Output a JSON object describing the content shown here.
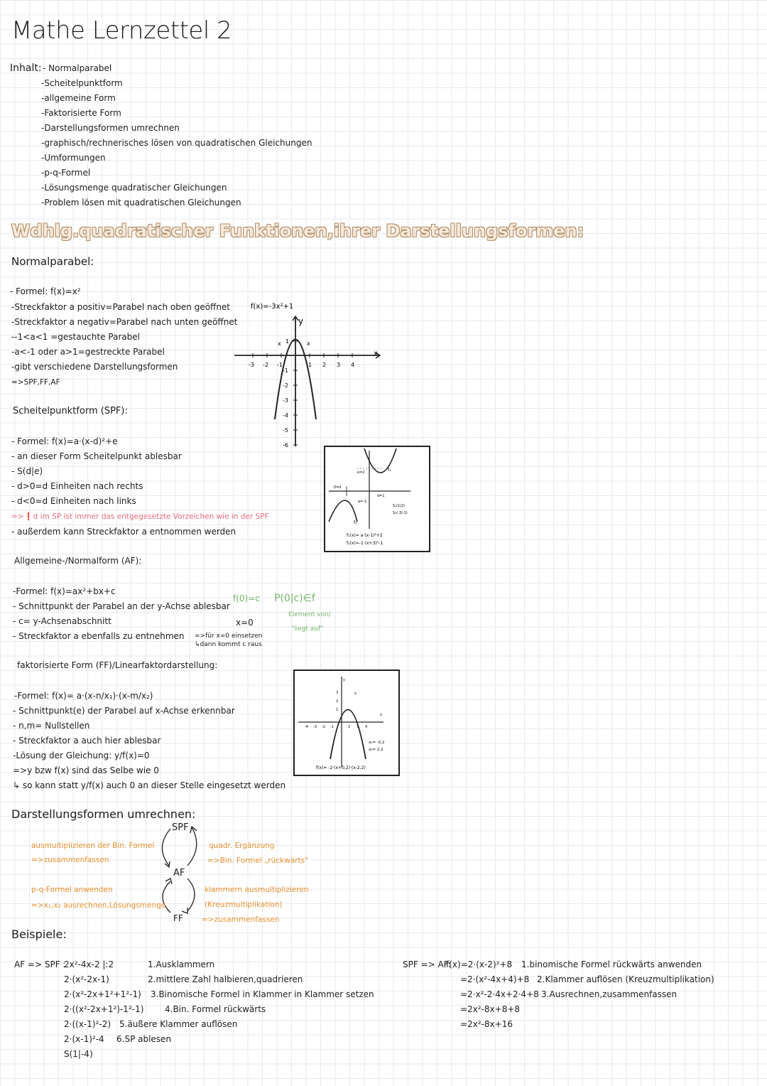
{
  "title": "Mathe Lernzettel 2",
  "inhalt": {
    "label": "Inhalt:",
    "items": [
      "- Normalparabel",
      "-Scheitelpunktform",
      "-allgemeine Form",
      "-Faktorisierte Form",
      "-Darstellungsformen umrechnen",
      "-graphisch/rechnerisches lösen von quadratischen Gleichungen",
      "-Umformungen",
      "-p-q-Formel",
      "-Lösungsmenge quadratischer Gleichungen",
      "-Problem lösen mit quadratischen Gleichungen"
    ]
  },
  "banner": "Wdhlg.quadratischer Funktionen,ihrer Darstellungsformen:",
  "normalparabel": {
    "heading": "Normalparabel:",
    "lines": [
      "- Formel: f(x)=x²",
      "-Streckfaktor a positiv=Parabel nach oben geöffnet",
      "-Streckfaktor a negativ=Parabel nach unten geöffnet",
      "--1<a<1 =gestauchte Parabel",
      "-a<-1 oder a>1=gestreckte Parabel",
      "-gibt verschiedene Darstellungsformen",
      "=>SPF,FF,AF"
    ],
    "graph": {
      "formula": "f(x)=-3x²+1",
      "xaxis": "x",
      "yaxis": "y",
      "xticks": [
        "-3",
        "-2",
        "-1",
        "1",
        "2",
        "3",
        "4"
      ],
      "yticks": [
        "1",
        "-1",
        "-2",
        "-3",
        "-4",
        "-5",
        "-6"
      ]
    }
  },
  "spf": {
    "heading": "Scheitelpunktform (SPF):",
    "lines": [
      "- Formel: f(x)=a·(x-d)²+e",
      "- an dieser Form Scheitelpunkt ablesbar",
      "- S(d|e)",
      "- d>0=d Einheiten nach rechts",
      "- d<0=d Einheiten nach links"
    ],
    "warning": "=>❗d im SP ist immer das entgegesetzte Vorzeichen wie in der SPF",
    "last": "- außerdem kann Streckfaktor a entnommen werden",
    "graph": {
      "e1": "e=2",
      "d1": "d=1",
      "d2": "-3=d",
      "e2": "e=-1",
      "f1": "f₁",
      "f2": "f₂",
      "s1": "S₁(1|2)",
      "s2": "S₂(-3|-1)",
      "eq1": "f₁(x)= a·(x-1)²+2",
      "eq2": "f₂(x)=-1·(x+3)²-1"
    }
  },
  "af": {
    "heading": "Allgemeine-/Normalform (AF):",
    "lines": [
      "-Formel: f(x)=ax²+bx+c",
      "- Schnittpunkt der Parabel an der y-Achse ablesbar",
      "- c= y-Achsenabschnitt",
      "- Streckfaktor a ebenfalls zu entnehmen"
    ],
    "f0": "f(0)=c",
    "p": "P(0|c)∈f",
    "element": "Element von/",
    "liegt": "\"liegt auf\"",
    "x0": "x=0",
    "note1": "=>für x=0 einsetzen",
    "note2": "↳dann kommt c raus"
  },
  "ff": {
    "heading": "faktorisierte Form (FF)/Linearfaktordarstellung:",
    "lines": [
      "-Formel: f(x)= a·(x-n/x₁)·(x-m/x₂)",
      "- Schnittpunkt(e) der Parabel auf x-Achse erkennbar",
      "- n,m= Nullstellen",
      "- Streckfaktor a auch hier ablesbar",
      "-Lösung der Gleichung: y/f(x)=0",
      "=>y bzw f(x) sind das Selbe wie 0",
      "↳ so kann statt y/f(x) auch 0 an dieser Stelle eingesetzt werden"
    ],
    "graph": {
      "x1": "x₁= -0,2",
      "x2": "x₂= 2,2",
      "eq": "f(x)= -2·(x+0,2)·(x-2,2)"
    }
  },
  "umrechnen": {
    "heading": "Darstellungsformen umrechnen:",
    "spf": "SPF",
    "af": "AF",
    "ff": "FF",
    "left_top_1": "ausmultiplizieren der Bin. Formel",
    "left_top_2": "=>zusammenfassen",
    "right_top_1": "quadr. Ergänzung",
    "right_top_2": "=>Bin. Formel „rückwärts\"",
    "left_bot_1": "p-q-Formel anwenden",
    "left_bot_2": "=>x₁,x₂ ausrechnen,Lösungsmenge",
    "right_bot_1": "klammern ausmultiplizieren",
    "right_bot_2": "(Kreuzmultiplikation)",
    "right_bot_3": "=>zusammenfassen"
  },
  "beispiele": {
    "heading": "Beispiele:",
    "left_label": "AF => SPF :",
    "left_rows": [
      {
        "eq": "2x²-4x-2 |:2",
        "step": "1.Ausklammern"
      },
      {
        "eq": "2·(x²-2x-1)",
        "step": "2.mittlere Zahl halbieren,quadrieren"
      },
      {
        "eq": "2·(x²-2x+1²+1²-1)",
        "step": "3.Binomische Formel in Klammer in Klammer setzen"
      },
      {
        "eq": "2·((x²-2x+1²)-1²-1)",
        "step": "4.Bin. Formel rückwärts"
      },
      {
        "eq": "2·((x-1)²-2)",
        "step": "5.äußere Klammer auflösen"
      },
      {
        "eq": "2·(x-1)²-4",
        "step": "6.SP ablesen"
      },
      {
        "eq": "S(1|-4)",
        "step": ""
      }
    ],
    "right_label": "SPF => AF:",
    "right_rows": [
      {
        "eq": "f(x)=2·(x-2)²+8",
        "step": "1.binomische Formel rückwärts anwenden"
      },
      {
        "eq": "=2·(x²-4x+4)+8",
        "step": "2.Klammer auflösen (Kreuzmultiplikation)"
      },
      {
        "eq": "=2·x²-2·4x+2·4+8",
        "step": "3.Ausrechnen,zusammenfassen"
      },
      {
        "eq": "=2x²-8x+8+8",
        "step": ""
      },
      {
        "eq": "=2x²-8x+16",
        "step": ""
      }
    ]
  }
}
